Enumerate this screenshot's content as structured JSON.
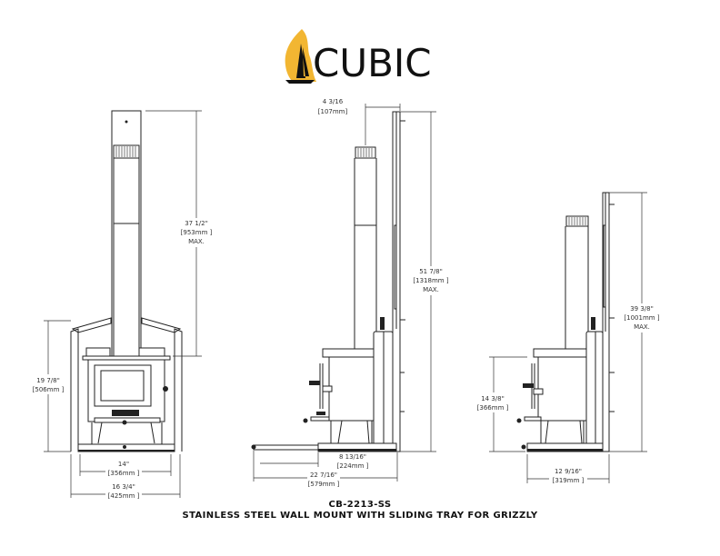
{
  "logo": {
    "brand": "CUBIC",
    "flame_color": "#F2B632",
    "text_color": "#111111"
  },
  "front_view": {
    "height_max": {
      "imperial": "37 1/2\"",
      "metric": "[953mm ]",
      "note": "MAX."
    },
    "stand_height": {
      "imperial": "19 7/8\"",
      "metric": "[506mm ]"
    },
    "inner_width": {
      "imperial": "14\"",
      "metric": "[356mm ]"
    },
    "outer_width": {
      "imperial": "16 3/4\"",
      "metric": "[425mm ]"
    }
  },
  "side_view_large": {
    "top_offset": {
      "imperial": "4 3/16",
      "metric": "[107mm]"
    },
    "height_max": {
      "imperial": "51 7/8\"",
      "metric": "[1318mm ]",
      "note": "MAX."
    },
    "tray_extension": {
      "imperial": "8 13/16\"",
      "metric": "[224mm ]"
    },
    "total_depth": {
      "imperial": "22 7/16\"",
      "metric": "[579mm ]"
    }
  },
  "side_view_small": {
    "height_max": {
      "imperial": "39 3/8\"",
      "metric": "[1001mm ]",
      "note": "MAX."
    },
    "stand_height": {
      "imperial": "14 3/8\"",
      "metric": "[366mm ]"
    },
    "depth": {
      "imperial": "12 9/16\"",
      "metric": "[319mm ]"
    }
  },
  "title": {
    "part_number": "CB-2213-SS",
    "description": "STAINLESS STEEL WALL MOUNT WITH SLIDING TRAY FOR GRIZZLY"
  }
}
